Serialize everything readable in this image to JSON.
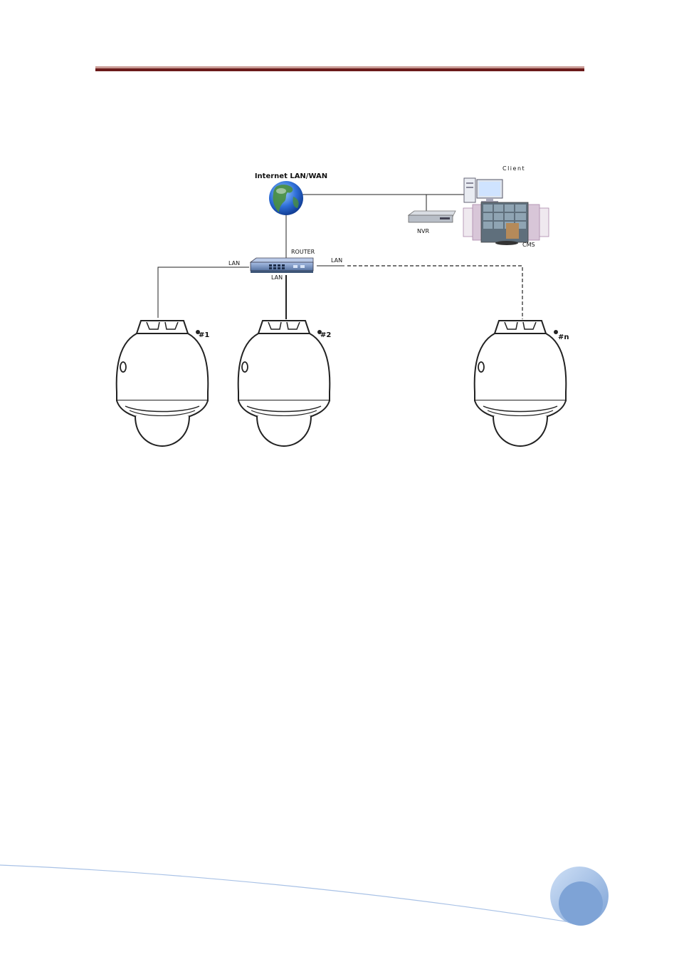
{
  "nodes": {
    "internet": "Internet LAN/WAN",
    "client": "Client",
    "nvr": "NVR",
    "cms": "CMS",
    "router": "ROUTER"
  },
  "links": {
    "lan_left": "LAN",
    "lan_center": "LAN",
    "lan_right": "LAN"
  },
  "cameras": [
    {
      "label": "#1"
    },
    {
      "label": "#2"
    },
    {
      "label": "#n"
    }
  ],
  "colors": {
    "header_rule": "#6b1a1a",
    "footer_accent": "#7ea3d6",
    "globe": "#2f6fd8",
    "router": "#6f8fc4"
  }
}
